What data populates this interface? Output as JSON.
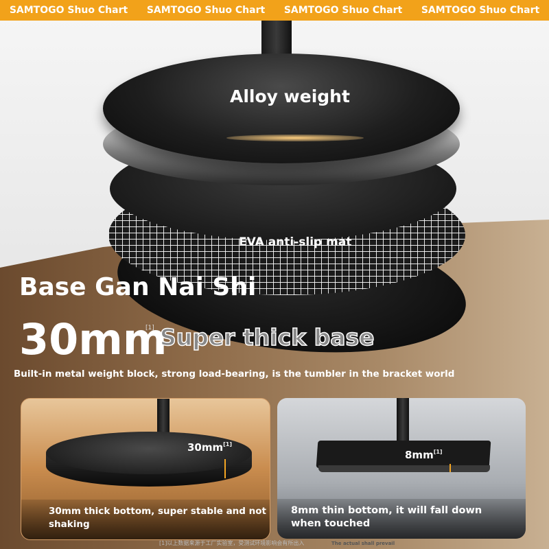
{
  "banner": {
    "items": [
      "SAMTOGO Shuo Chart",
      "SAMTOGO Shuo Chart",
      "SAMTOGO Shuo Chart",
      "SAMTOGO Shuo Chart"
    ],
    "color": "#f2a21a"
  },
  "layers": {
    "alloy_label": "Alloy weight",
    "eva_label": "EVA anti-slip mat"
  },
  "headline": "Base Gan Nai Shi",
  "thickness": {
    "value": "30mm",
    "superscript": "[1]",
    "label": "Super thick base"
  },
  "caption": "Built-in metal weight block, strong load-bearing, is the tumbler in the bracket world",
  "comparison": {
    "left": {
      "measure": "30mm",
      "superscript": "[1]",
      "caption": "30mm thick bottom, super stable and not shaking"
    },
    "right": {
      "measure": "8mm",
      "superscript": "[1]",
      "caption": "8mm thin bottom, it will fall down when touched"
    }
  },
  "footnote": "[1]以上数据来源于工厂实验室，受测试环境影响会有所出入",
  "footnote_en": "The actual shall prevail"
}
